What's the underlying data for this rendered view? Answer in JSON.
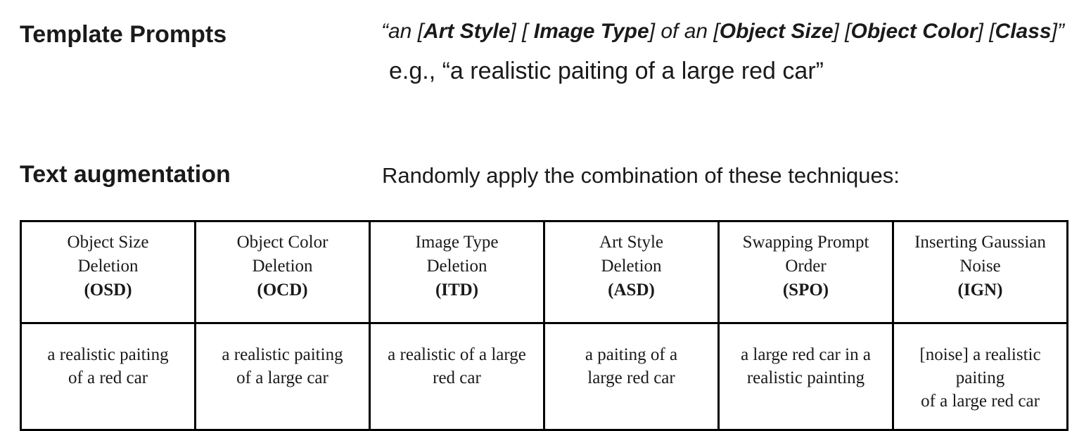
{
  "template": {
    "heading": "Template Prompts",
    "parts": [
      {
        "text": "“an [",
        "bold": false
      },
      {
        "text": "Art Style",
        "bold": true
      },
      {
        "text": "] [ ",
        "bold": false
      },
      {
        "text": "Image Type",
        "bold": true
      },
      {
        "text": "] of an [",
        "bold": false
      },
      {
        "text": "Object Size",
        "bold": true
      },
      {
        "text": "] [",
        "bold": false
      },
      {
        "text": "Object Color",
        "bold": true
      },
      {
        "text": "] [",
        "bold": false
      },
      {
        "text": "Class",
        "bold": true
      },
      {
        "text": "]”",
        "bold": false
      }
    ],
    "example": "e.g., “a realistic paiting of a large red car”"
  },
  "augmentation": {
    "heading": "Text augmentation",
    "description": "Randomly apply the combination of these techniques:",
    "techniques": [
      {
        "name_lines": [
          "Object Size",
          "Deletion"
        ],
        "abbr": "(OSD)",
        "example_lines": [
          "a realistic paiting",
          "of a red car"
        ]
      },
      {
        "name_lines": [
          "Object Color",
          "Deletion"
        ],
        "abbr": "(OCD)",
        "example_lines": [
          "a realistic paiting",
          "of a large car"
        ]
      },
      {
        "name_lines": [
          "Image Type",
          "Deletion"
        ],
        "abbr": "(ITD)",
        "example_lines": [
          "a realistic of a large",
          "red car"
        ]
      },
      {
        "name_lines": [
          "Art Style",
          "Deletion"
        ],
        "abbr": "(ASD)",
        "example_lines": [
          "a paiting of a",
          "large red car"
        ]
      },
      {
        "name_lines": [
          "Swapping Prompt",
          "Order"
        ],
        "abbr": "(SPO)",
        "example_lines": [
          "a large red car in a",
          "realistic painting"
        ]
      },
      {
        "name_lines": [
          "Inserting Gaussian",
          "Noise"
        ],
        "abbr": "(IGN)",
        "example_lines": [
          "[noise] a realistic paiting",
          "of a large red car"
        ]
      }
    ]
  }
}
